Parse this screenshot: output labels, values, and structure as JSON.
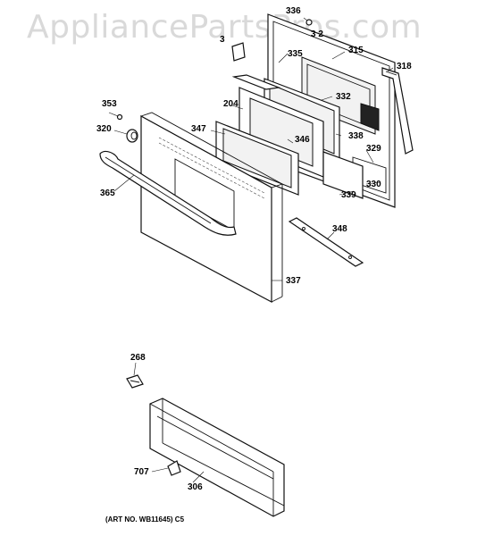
{
  "watermark": "AppliancePartsPros.com",
  "art_number": "(ART NO. WB11645) C5",
  "callouts": {
    "p336": "336",
    "p3_2": "3 2",
    "p334": "3",
    "p335": "335",
    "p315": "315",
    "p318": "318",
    "p353": "353",
    "p332": "332",
    "p204": "204",
    "p320": "320",
    "p347": "347",
    "p346": "346",
    "p338": "338",
    "p329": "329",
    "p330": "330",
    "p339": "339",
    "p365": "365",
    "p348": "348",
    "p337": "337",
    "p268": "268",
    "p707": "707",
    "p306": "306"
  }
}
